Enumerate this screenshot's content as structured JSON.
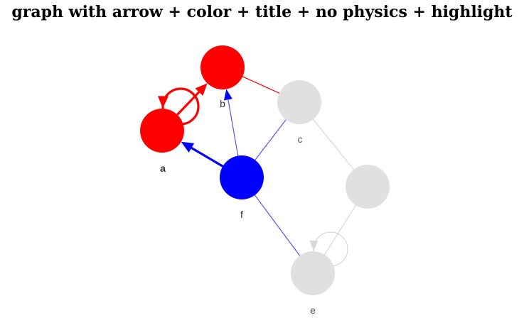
{
  "title": "graph with arrow + color + title + no physics + highlight",
  "colors": {
    "highlight_red": "#ff0000",
    "highlight_blue": "#0000ff",
    "dimmed_fill": "#e0e0e0",
    "dimmed_edge": "#d8d8d8",
    "edge_blue": "#5555ee",
    "label_active": "#333333",
    "label_dimmed": "#555555"
  },
  "nodes": [
    {
      "id": "a",
      "label": "a",
      "color": "#ff0000",
      "bold": true
    },
    {
      "id": "b",
      "label": "b",
      "color": "#ff0000",
      "bold": false
    },
    {
      "id": "c",
      "label": "c",
      "color": "#e0e0e0",
      "bold": false
    },
    {
      "id": "d",
      "label": "",
      "color": "#e0e0e0",
      "bold": false
    },
    {
      "id": "e",
      "label": "e",
      "color": "#e0e0e0",
      "bold": false
    },
    {
      "id": "f",
      "label": "f",
      "color": "#0000ff",
      "bold": false
    }
  ],
  "edges": [
    {
      "from": "f",
      "to": "a",
      "color": "#0000ff",
      "bold": true
    },
    {
      "from": "f",
      "to": "b",
      "color": "#0000ff",
      "bold": false
    },
    {
      "from": "f",
      "to": "c",
      "color": "#0000ff",
      "bold": false
    },
    {
      "from": "f",
      "to": "e",
      "color": "#0000ff",
      "bold": false
    },
    {
      "from": "a",
      "to": "b",
      "color": "#ff0000",
      "bold": true
    },
    {
      "from": "b",
      "to": "c",
      "color": "#ff0000",
      "bold": false
    },
    {
      "from": "c",
      "to": "d",
      "color": "#d8d8d8",
      "bold": false
    },
    {
      "from": "d",
      "to": "e",
      "color": "#d8d8d8",
      "bold": false
    },
    {
      "from": "a",
      "to": "a",
      "color": "#ff0000",
      "bold": true,
      "loop": true
    },
    {
      "from": "e",
      "to": "e",
      "color": "#d8d8d8",
      "bold": false,
      "loop": true
    }
  ]
}
